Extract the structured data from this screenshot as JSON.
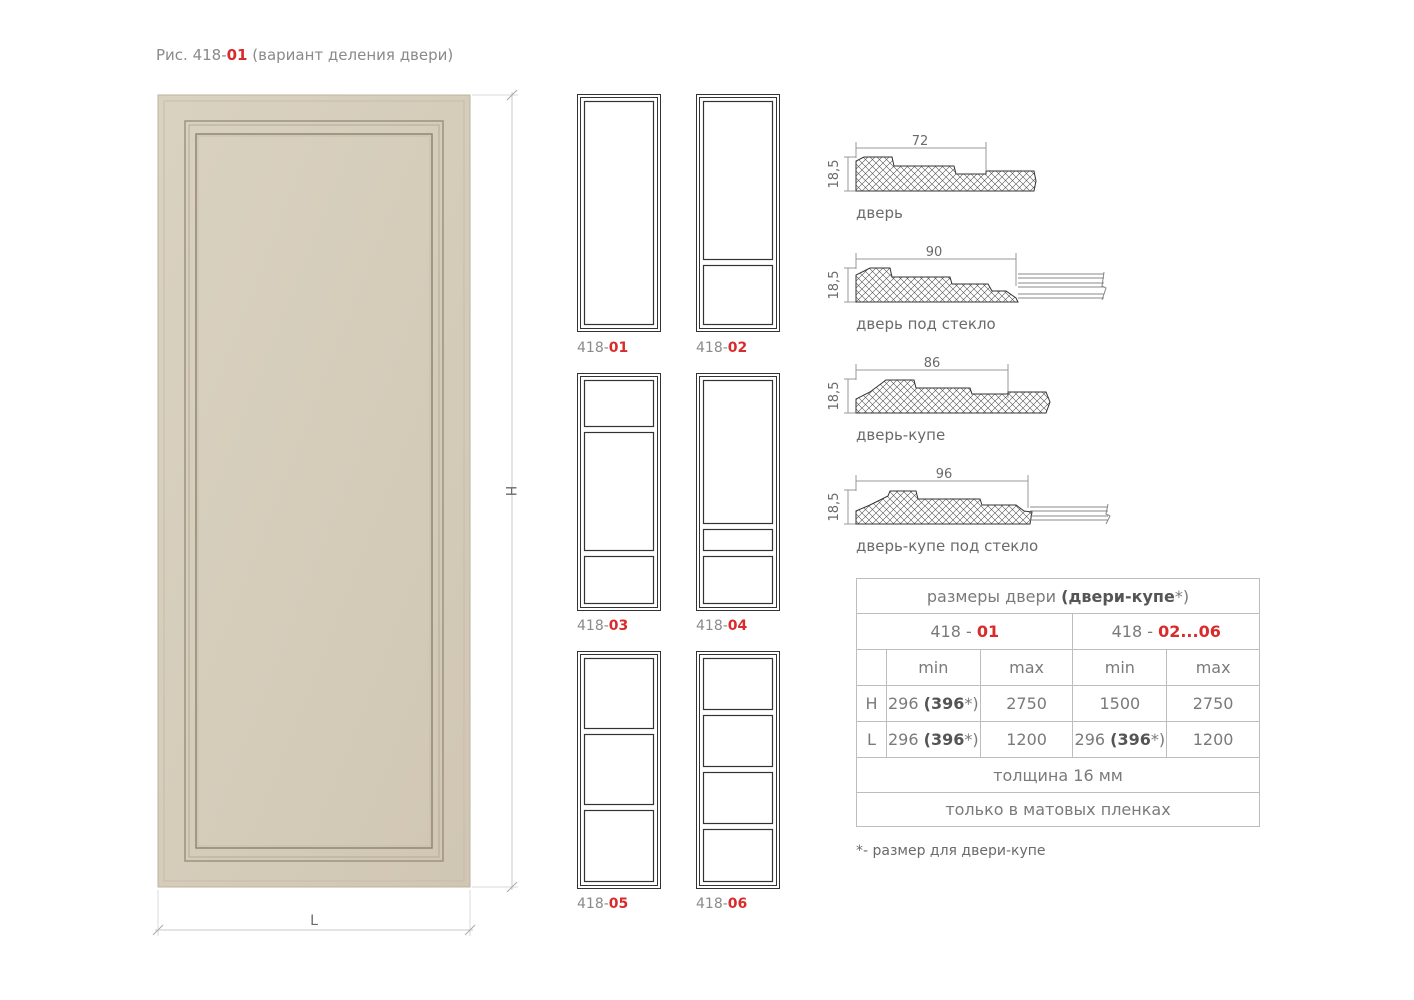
{
  "caption": {
    "prefix": "Рис. 418-",
    "code": "01",
    "suffix": " (вариант деления двери)"
  },
  "main_door": {
    "height_label": "H",
    "width_label": "L",
    "color": "#d5ccba"
  },
  "variants": [
    {
      "prefix": "418-",
      "code": "01"
    },
    {
      "prefix": "418-",
      "code": "02"
    },
    {
      "prefix": "418-",
      "code": "03"
    },
    {
      "prefix": "418-",
      "code": "04"
    },
    {
      "prefix": "418-",
      "code": "05"
    },
    {
      "prefix": "418-",
      "code": "06"
    }
  ],
  "profiles": [
    {
      "width": "72",
      "thickness": "18,5",
      "label": "дверь"
    },
    {
      "width": "90",
      "thickness": "18,5",
      "label": "дверь под стекло"
    },
    {
      "width": "86",
      "thickness": "18,5",
      "label": "дверь-купе"
    },
    {
      "width": "96",
      "thickness": "18,5",
      "label": "дверь-купе под стекло"
    }
  ],
  "table": {
    "title": "размеры двери ",
    "title_bold": "(двери-купе",
    "title_star": "*)",
    "group1": {
      "prefix": "418 - ",
      "code": "01"
    },
    "group2": {
      "prefix": "418 - ",
      "code": "02...06"
    },
    "min": "min",
    "max": "max",
    "rows": [
      {
        "dim": "H",
        "g1_min": "296 ",
        "g1_min_b": "(396",
        "g1_min_s": "*)",
        "g1_max": "2750",
        "g2_min": "1500",
        "g2_max": "2750"
      },
      {
        "dim": "L",
        "g1_min": "296 ",
        "g1_min_b": "(396",
        "g1_min_s": "*)",
        "g1_max": "1200",
        "g2_min": "296 ",
        "g2_min_b": "(396",
        "g2_min_s": "*)",
        "g2_max": "1200"
      }
    ],
    "thickness": "толщина 16 мм",
    "finish": "только в матовых пленках"
  },
  "footnote": "*- размер для двери-купе"
}
